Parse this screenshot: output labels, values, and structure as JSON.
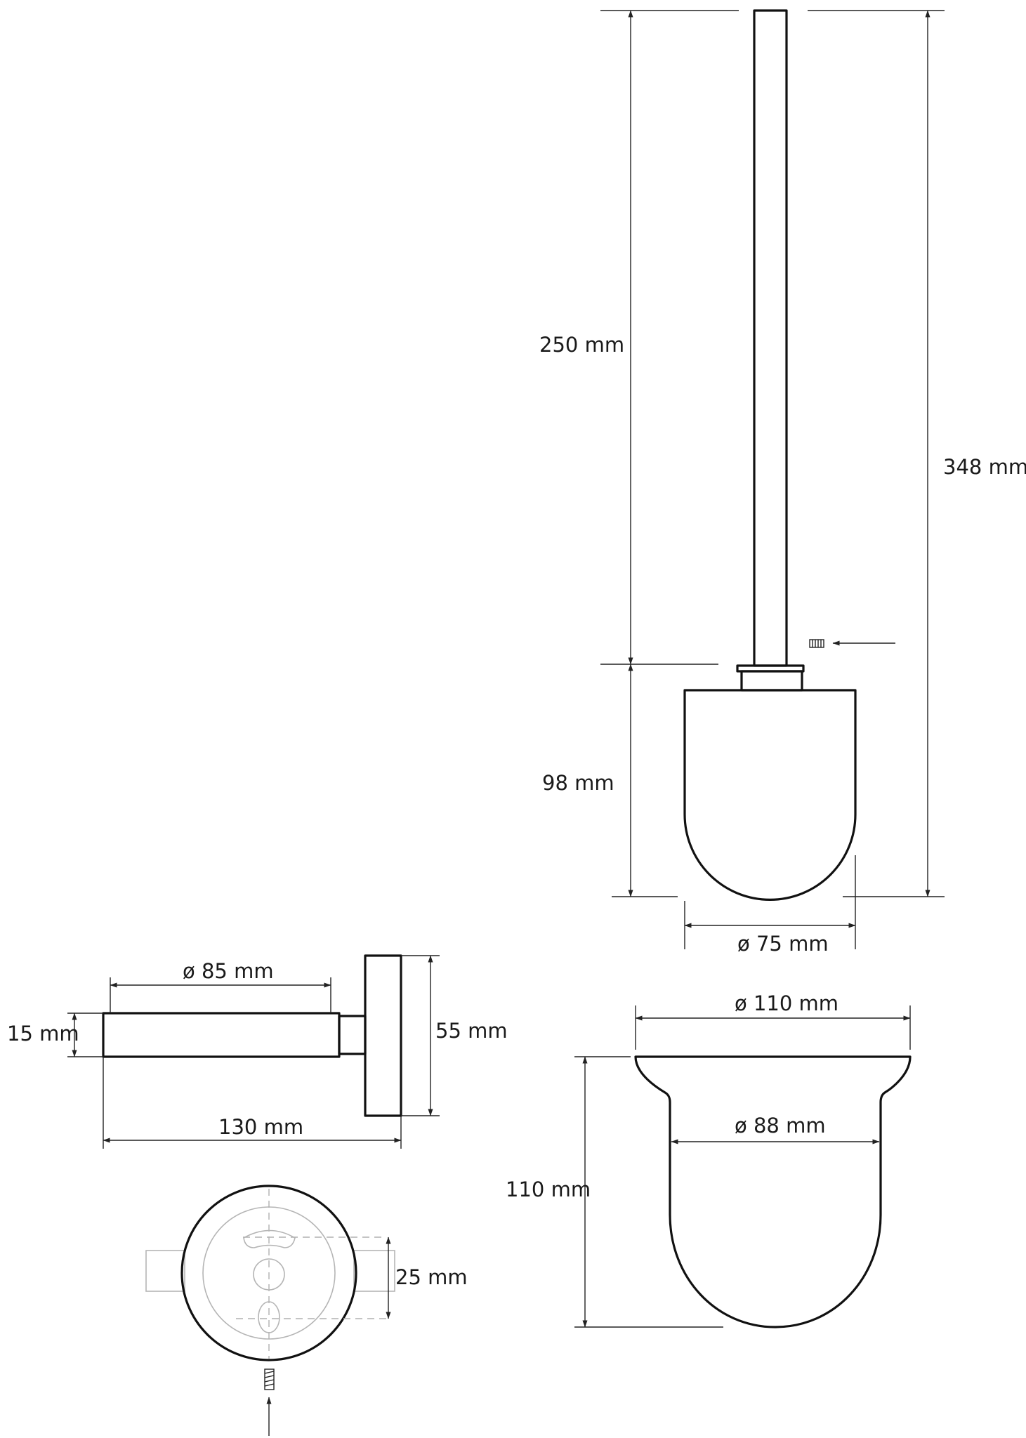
{
  "dimensions": {
    "brush_handle_length": "250 mm",
    "total_height": "348 mm",
    "brush_head_height": "98 mm",
    "brush_head_diameter": "ø 75 mm",
    "arm_length": "ø 85 mm",
    "arm_thickness": "15 mm",
    "wall_plate_height": "55 mm",
    "holder_depth": "130 mm",
    "mount_hole_spacing": "25 mm",
    "cup_rim_diameter": "ø 110 mm",
    "cup_inner_diameter": "ø 88 mm",
    "cup_height": "110 mm"
  }
}
